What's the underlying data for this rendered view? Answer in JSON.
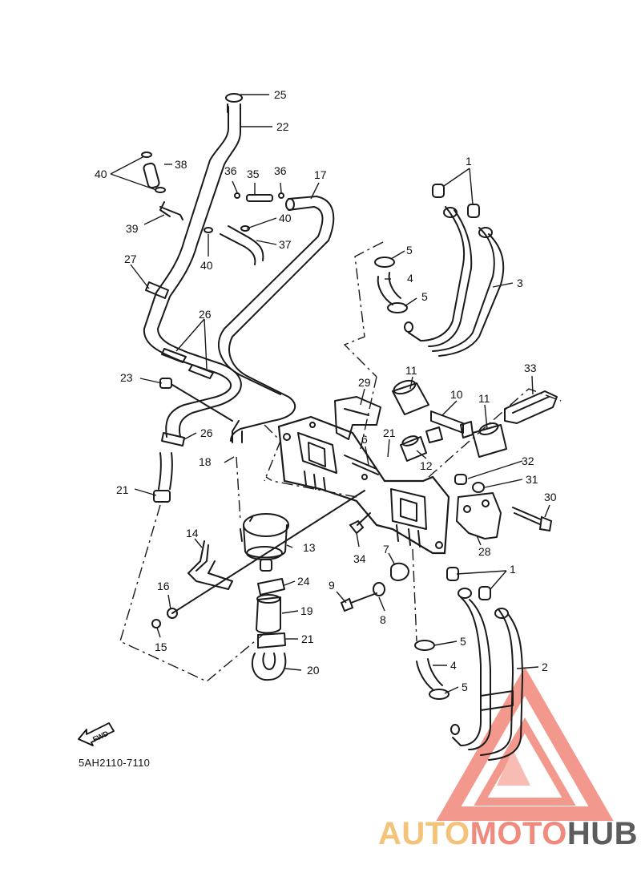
{
  "diagram": {
    "part_code": "5AH2110-7110",
    "fwd_label": "FWD",
    "callouts": {
      "c1": "1",
      "c2": "2",
      "c3": "3",
      "c4": "4",
      "c5": "5",
      "c6": "6",
      "c7": "7",
      "c8": "8",
      "c9": "9",
      "c10": "10",
      "c11": "11",
      "c12": "12",
      "c13": "13",
      "c14": "14",
      "c15": "15",
      "c16": "16",
      "c17": "17",
      "c18": "18",
      "c19": "19",
      "c20": "20",
      "c21": "21",
      "c22": "22",
      "c23": "23",
      "c24": "24",
      "c25": "25",
      "c26": "26",
      "c27": "27",
      "c28": "28",
      "c29": "29",
      "c30": "30",
      "c31": "31",
      "c32": "32",
      "c33": "33",
      "c34": "34",
      "c35": "35",
      "c36": "36",
      "c37": "37",
      "c38": "38",
      "c39": "39",
      "c40": "40"
    }
  },
  "watermark": {
    "part1": "AUTO",
    "part2": "MOTO",
    "part3": "HUB",
    "color_primary": "#f08a7d",
    "color_secondary": "#f3c37a",
    "color_dark": "#5c5c5c"
  }
}
